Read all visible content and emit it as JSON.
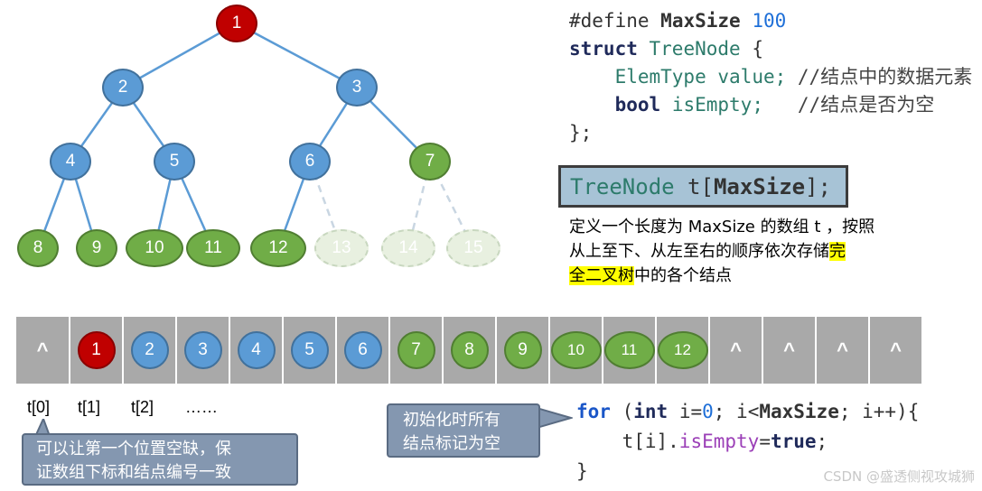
{
  "tree": {
    "nodes": [
      {
        "label": "1",
        "color": "red"
      },
      {
        "label": "2",
        "color": "blue"
      },
      {
        "label": "3",
        "color": "blue"
      },
      {
        "label": "4",
        "color": "blue"
      },
      {
        "label": "5",
        "color": "blue"
      },
      {
        "label": "6",
        "color": "blue"
      },
      {
        "label": "7",
        "color": "green"
      },
      {
        "label": "8",
        "color": "green"
      },
      {
        "label": "9",
        "color": "green"
      },
      {
        "label": "10",
        "color": "green"
      },
      {
        "label": "11",
        "color": "green"
      },
      {
        "label": "12",
        "color": "green"
      },
      {
        "label": "13",
        "color": "ghost"
      },
      {
        "label": "14",
        "color": "ghost"
      },
      {
        "label": "15",
        "color": "ghost"
      }
    ]
  },
  "code_struct": {
    "define_kw": "#define",
    "define_name": "MaxSize",
    "define_val": "100",
    "struct_kw": "struct",
    "struct_name": "TreeNode",
    "brace_open": "{",
    "field1_type": "ElemType",
    "field1_name": "value;",
    "field1_comment": "//结点中的数据元素",
    "field2_type": "bool",
    "field2_name": "isEmpty;",
    "field2_comment": "//结点是否为空",
    "brace_close": "};"
  },
  "decl": {
    "type": "TreeNode",
    "name": "t[",
    "size": "MaxSize",
    "end": "];"
  },
  "description": {
    "line1": "定义一个长度为 MaxSize 的数组 t ，按照",
    "line2_pre": "从上至下、从左至右的顺序依次存储",
    "line2_hl": "完",
    "line3_hl": "全二叉树",
    "line3_post": "中的各个结点"
  },
  "array": {
    "empty_symbol": "^",
    "cells": [
      {
        "label": "^",
        "type": "empty"
      },
      {
        "label": "1",
        "type": "red"
      },
      {
        "label": "2",
        "type": "blue"
      },
      {
        "label": "3",
        "type": "blue"
      },
      {
        "label": "4",
        "type": "blue"
      },
      {
        "label": "5",
        "type": "blue"
      },
      {
        "label": "6",
        "type": "blue"
      },
      {
        "label": "7",
        "type": "green"
      },
      {
        "label": "8",
        "type": "green"
      },
      {
        "label": "9",
        "type": "green"
      },
      {
        "label": "10",
        "type": "green"
      },
      {
        "label": "11",
        "type": "green"
      },
      {
        "label": "12",
        "type": "green"
      },
      {
        "label": "^",
        "type": "empty"
      },
      {
        "label": "^",
        "type": "empty"
      },
      {
        "label": "^",
        "type": "empty"
      },
      {
        "label": "^",
        "type": "empty"
      }
    ]
  },
  "indices": {
    "t0": "t[0]",
    "t1": "t[1]",
    "t2": "t[2]",
    "dots": "……"
  },
  "callout_left": {
    "line1": "可以让第一个位置空缺，保",
    "line2": "证数组下标和结点编号一致"
  },
  "callout_mid": {
    "line1": "初始化时所有",
    "line2": "结点标记为空"
  },
  "code_loop": {
    "for_kw": "for",
    "open": " (",
    "int_kw": "int",
    "init": " i=",
    "zero": "0",
    "cond": "; i<",
    "max": "MaxSize",
    "incr": "; i++){",
    "body_pre": "    t[i].",
    "field": "isEmpty",
    "eq": "=",
    "val": "true",
    "semi": ";",
    "close": "}"
  },
  "watermark": "CSDN @盛透侧视攻城狮",
  "colors": {
    "blue_node": "#5b9bd5",
    "green_node": "#70ad47",
    "red_node": "#c00000",
    "array_bg": "#a9a9a9",
    "callout_bg": "#8497b0",
    "highlight": "#ffff00"
  }
}
